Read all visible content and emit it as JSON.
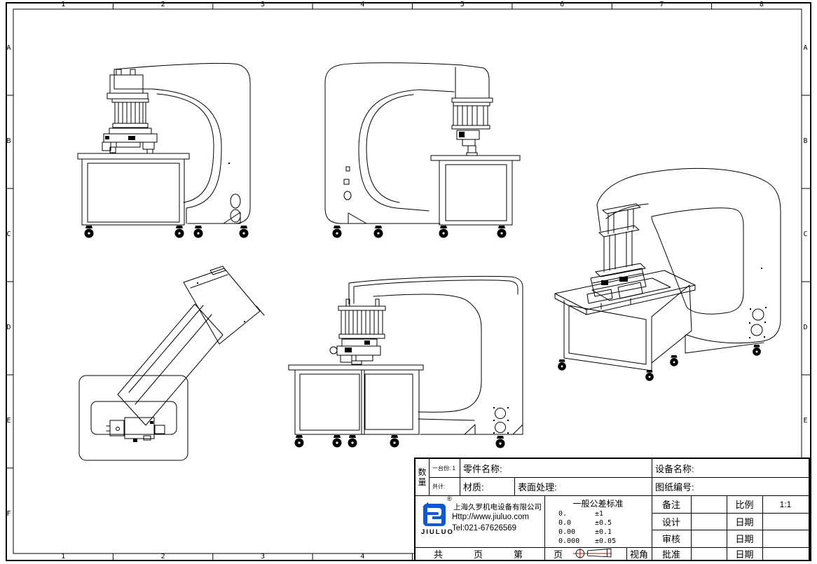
{
  "colors": {
    "line": "#000000",
    "accent_red": "#e60000",
    "logo_blue": "#0a5ad2"
  },
  "grid": {
    "cols": [
      "1",
      "2",
      "3",
      "4",
      "5",
      "6",
      "7",
      "8"
    ],
    "rows": [
      "A",
      "B",
      "C",
      "D",
      "E",
      "F"
    ]
  },
  "title_block": {
    "qty_label": "数量",
    "per_unit_label": "一台份: 1",
    "total_label": "共计:",
    "part_name_label": "零件名称:",
    "material_label": "材质:",
    "surface_label": "表面处理:",
    "device_name_label": "设备名称:",
    "drawing_no_label": "图纸编号:",
    "remark_label": "备注",
    "scale_label": "比例",
    "scale_value": "1:1",
    "design_label": "设计",
    "check_label": "审核",
    "approve_label": "批准",
    "date_label": "日期",
    "view_angle_label": "视角",
    "pages": [
      "共",
      "页",
      "第",
      "页"
    ],
    "tolerance": {
      "title": "一般公差标准",
      "rows": [
        [
          "0.",
          "±1"
        ],
        [
          "0.0",
          "±0.5"
        ],
        [
          "0.00",
          "±0.1"
        ],
        [
          "0.000",
          "±0.05"
        ]
      ]
    }
  },
  "company": {
    "name": "上海久罗机电设备有限公司",
    "url": "Http://www.jiuluo.com",
    "tel": "Tel:021-67626569",
    "brand": "JIULUO",
    "reg_mark": "®"
  }
}
